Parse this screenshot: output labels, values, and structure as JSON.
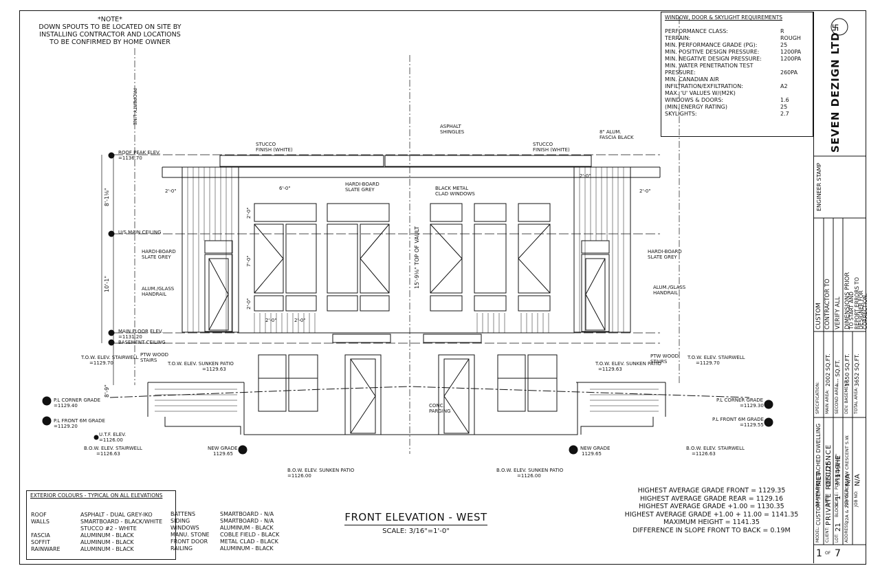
{
  "note": {
    "heading": "*NOTE*",
    "lines": [
      "DOWN SPOUTS TO BE LOCATED ON SITE BY",
      "INSTALLING CONTRACTOR AND LOCATIONS",
      "TO BE CONFIRMED BY HOME OWNER"
    ]
  },
  "requirements": {
    "title": "WINDOW, DOOR & SKYLIGHT REQUIREMENTS",
    "rows": [
      {
        "label": "PERFORMANCE CLASS:",
        "value": "R"
      },
      {
        "label": "TERRAIN:",
        "value": "ROUGH"
      },
      {
        "label": "MIN. PERFORMANCE GRADE (PG):",
        "value": "25"
      },
      {
        "label": "MIN. POSITIVE DESIGN PRESSURE:",
        "value": "1200Pa"
      },
      {
        "label": "MIN. NEGATIVE DESIGN PRESSURE:",
        "value": "1200Pa"
      },
      {
        "label": "MIN. WATER PENETRATION TEST",
        "value": ""
      },
      {
        "label": "PRESSURE:",
        "value": "260Pa"
      },
      {
        "label": "MIN. CANADIAN AIR",
        "value": ""
      },
      {
        "label": "INFILTRATION/EXFILTRATION:",
        "value": "A2"
      },
      {
        "label": "MAX. 'U' VALUES W/(M2K)",
        "value": ""
      },
      {
        "label": "WINDOWS & DOORS:",
        "value": "1.6"
      },
      {
        "label": "(MIN. ENERGY RATING)",
        "value": "25"
      },
      {
        "label": "SKYLIGHTS:",
        "value": "2.7"
      }
    ]
  },
  "title_block": {
    "company": "SEVEN DEZIGN LTD",
    "engineer_stamp": "ENGINEER STAMP",
    "contractor_note": [
      "CONTRACTOR TO",
      "VERIFY ALL",
      "DIMENSIONS PRIOR",
      "TO START AND",
      "REPORT ERRORS TO",
      "DESIGNER FOR",
      "CORRECTION."
    ],
    "custom": "CUSTOM",
    "areas": [
      {
        "label": "SPECIFICATION:",
        "value": ""
      },
      {
        "label": "MAIN AREA:",
        "value": "2002 SQ.FT."
      },
      {
        "label": "SECOND AREA:",
        "value": "---- SQ.FT."
      },
      {
        "label": "DEV. BASEMENT:",
        "value": "1650 SQ.FT."
      },
      {
        "label": "TOTAL AREA:",
        "value": "3652 SQ.FT."
      }
    ],
    "drawn_by_label": "DRAWN BY:",
    "drawn_by": "MET",
    "date_label": "DATE:",
    "date": "DEC/25",
    "scale_label": "SCALE:",
    "scale": "3/16\"=1'-0\"",
    "revised_label": "REVISED:",
    "revised": "N/A",
    "job_label": "JOB NO:",
    "job": "N/A",
    "model_label": "MODEL:",
    "model": "CUSTOM SEMI-DETACHED DWELLING",
    "client_label": "CLIENT:",
    "client": "PRIVATE RESIDENCE",
    "lot_label": "LOT:",
    "lot": "21",
    "block_label": "BLOCK:",
    "block": "1",
    "plan_label": "PLAN:",
    "plan": "149HE",
    "address_label": "ADDRESS:",
    "address": "22a & 22b GLADEVIEW CRESCENT S.W.",
    "sheet": "1",
    "of": "OF",
    "total_sheets": "7"
  },
  "exterior_colours": {
    "title": "EXTERIOR COLOURS - TYPICAL ON ALL ELEVATIONS",
    "left": [
      {
        "label": "ROOF",
        "value": "ASPHALT - DUAL GREY-IKO"
      },
      {
        "label": "WALLS",
        "value": "SMARTBOARD - BLACK/WHITE"
      },
      {
        "label": "",
        "value": "STUCCO #2 - WHITE"
      },
      {
        "label": "FASCIA",
        "value": "ALUMINUM - BLACK"
      },
      {
        "label": "SOFFIT",
        "value": "ALUMINUM - BLACK"
      },
      {
        "label": "RAINWARE",
        "value": "ALUMINUM - BLACK"
      }
    ],
    "right": [
      {
        "label": "BATTENS",
        "value": "SMARTBOARD - N/A"
      },
      {
        "label": "SIDING",
        "value": "SMARTBOARD - N/A"
      },
      {
        "label": "WINDOWS",
        "value": "ALUMINUM - BLACK"
      },
      {
        "label": "MANU. STONE",
        "value": "COBLE FIELD - BLACK"
      },
      {
        "label": "FRONT DOOR",
        "value": "METAL CLAD - BLACK"
      },
      {
        "label": "RAILING",
        "value": "ALUMINUM - BLACK"
      }
    ]
  },
  "drawing_title": {
    "name": "FRONT ELEVATION - WEST",
    "scale": "SCALE: 3/16\"=1'-0\""
  },
  "grade_notes": [
    "HIGHEST AVERAGE GRADE FRONT = 1129.35",
    "HIGHEST AVERAGE GRADE REAR = 1129.16",
    "HIGHEST AVERAGE GRADE +1.00 = 1130.35",
    "HIGHEST AVERAGE GRADE +1.00 + 11.00 = 1141.35",
    "MAXIMUM HEIGHT = 1141.35",
    "DIFFERENCE IN SLOPE FRONT TO BACK = 0.19m"
  ],
  "annotations": {
    "roof_peak": "ROOF PEAK ELEV.",
    "roof_peak_val": "=1136.70",
    "ug_ceiling": "U/S MAIN CEILING",
    "main_floor": "MAIN FLOOR ELEV.",
    "main_floor_val": "=1131.20",
    "basement_ceiling": "BASEMENT CEILING",
    "property_line": "PROPERTY LINE",
    "stucco_l": [
      "STUCCO",
      "FINISH (WHITE)"
    ],
    "stucco_r": [
      "STUCCO",
      "FINISH (WHITE)"
    ],
    "asphalt": [
      "ASPHALT",
      "SHINGLES"
    ],
    "fascia": [
      "8\" ALUM.",
      "FASCIA BLACK"
    ],
    "hardi_top": [
      "HARDI-BOARD",
      "SLATE GREY"
    ],
    "black_windows": [
      "BLACK METAL",
      "CLAD WINDOWS"
    ],
    "hardi_l": [
      "HARDI-BOARD",
      "SLATE GREY"
    ],
    "hardi_r": [
      "HARDI-BOARD",
      "SLATE GREY"
    ],
    "alum_l": [
      "ALUM./GLASS",
      "HANDRAIL"
    ],
    "alum_r": [
      "ALUM./GLASS",
      "HANDRAIL"
    ],
    "tow_l": [
      "T.O.W. ELEV. STAIRWELL",
      "=1129.70"
    ],
    "tow_r": [
      "T.O.W. ELEV. STAIRWELL",
      "=1129.70"
    ],
    "ptw_l": [
      "PTW WOOD",
      "STAIRS"
    ],
    "ptw_r": [
      "PTW WOOD",
      "STAIRS"
    ],
    "tow_patio_l": [
      "T.O.W. ELEV. SUNKEN PATIO",
      "=1129.63"
    ],
    "tow_patio_r": [
      "T.O.W. ELEV. SUNKEN PATIO",
      "=1129.63"
    ],
    "pl_corner_l": [
      "P.L CORNER GRADE",
      "=1129.40"
    ],
    "pl_corner_r": [
      "P.L CORNER GRADE",
      "=1129.30"
    ],
    "pl_front_l": [
      "P.L FRONT 6m GRADE",
      "=1129.20"
    ],
    "pl_front_r": [
      "P.L FRONT 6m GRADE",
      "=1129.55"
    ],
    "utf": [
      "U.T.F. ELEV.",
      "=1126.00"
    ],
    "bow_l": [
      "B.O.W. ELEV. STAIRWELL",
      "=1126.63"
    ],
    "bow_r": [
      "B.O.W. ELEV. STAIRWELL",
      "=1126.63"
    ],
    "new_grade_l": [
      "NEW GRADE",
      "1129.65"
    ],
    "new_grade_r": [
      "NEW GRADE",
      "1129.65"
    ],
    "bow_patio_l": [
      "B.O.W. ELEV. SUNKEN PATIO",
      "=1126.00"
    ],
    "bow_patio_r": [
      "B.O.W. ELEV. SUNKEN PATIO",
      "=1126.00"
    ],
    "conc": [
      "CONC.",
      "PARGING"
    ],
    "dim_2_0_a": "2'-0\"",
    "dim_2_0_b": "2'-0\"",
    "dim_2_0_c": "2'-0\"",
    "dim_6_0": "6'-0\"",
    "dim_8_1": "8'-1⅛\"",
    "dim_10_1": "10'-1\"",
    "dim_8_9": "8'-9\"",
    "dim_15_9": "15'-9⅛\" TOP OF VAULT",
    "dim_7_0": "7'-0\"",
    "dim_2_0_v1": "2'-0\"",
    "dim_2_0_v2": "2'-0\"",
    "dim_2_0_h1": "2'-0\"",
    "dim_2_0_h2": "2'-0\""
  }
}
